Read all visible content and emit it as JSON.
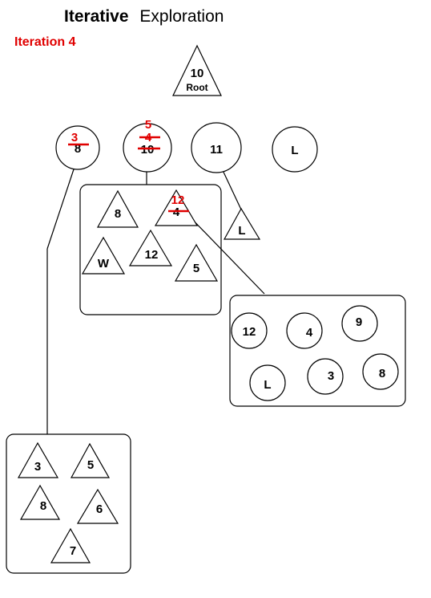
{
  "title_bold": "Iterative",
  "title_rest": "Exploration",
  "iteration_label": "Iteration 4",
  "root": {
    "value": "10",
    "label": "Root"
  },
  "children": [
    {
      "old_value": "8",
      "new_value": "3"
    },
    {
      "old_value": "10",
      "mid_value": "4",
      "new_value": "5"
    },
    {
      "value": "11"
    },
    {
      "value": "L"
    }
  ],
  "leaf_under_11": "L",
  "box_middle": {
    "nodes": [
      "8",
      "W",
      "12",
      "5"
    ],
    "crossed_node": {
      "old_value": "4",
      "new_value": "12"
    }
  },
  "box_right": {
    "nodes": [
      "12",
      "4",
      "9",
      "L",
      "3",
      "8"
    ]
  },
  "box_left": {
    "nodes": [
      "3",
      "5",
      "8",
      "6",
      "7"
    ]
  }
}
